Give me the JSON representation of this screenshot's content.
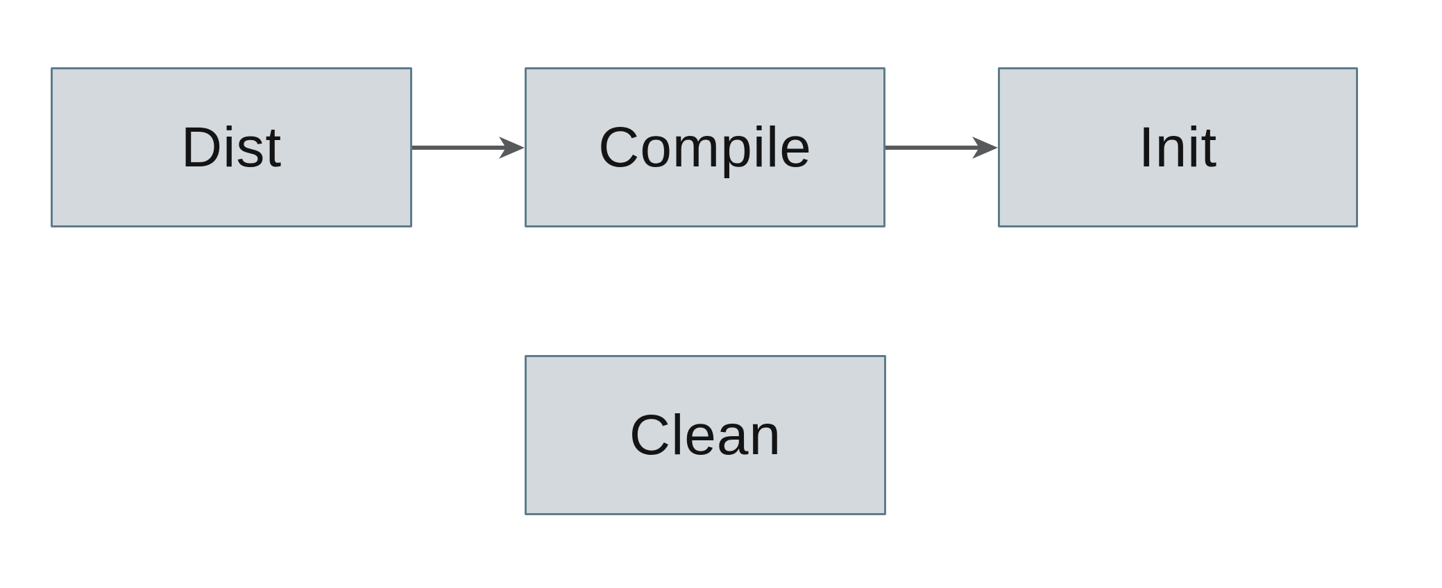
{
  "diagram": {
    "type": "flowchart",
    "direction": "left-to-right",
    "nodes": [
      {
        "id": "dist",
        "label": "Dist"
      },
      {
        "id": "compile",
        "label": "Compile"
      },
      {
        "id": "init",
        "label": "Init"
      },
      {
        "id": "clean",
        "label": "Clean"
      }
    ],
    "edges": [
      {
        "from": "dist",
        "to": "compile"
      },
      {
        "from": "compile",
        "to": "init"
      }
    ],
    "colors": {
      "background": "#ffffff",
      "node-fill": "#d3d9dd",
      "node-border": "#5e7b8b",
      "arrow": "#58595b",
      "text": "#141414"
    }
  }
}
